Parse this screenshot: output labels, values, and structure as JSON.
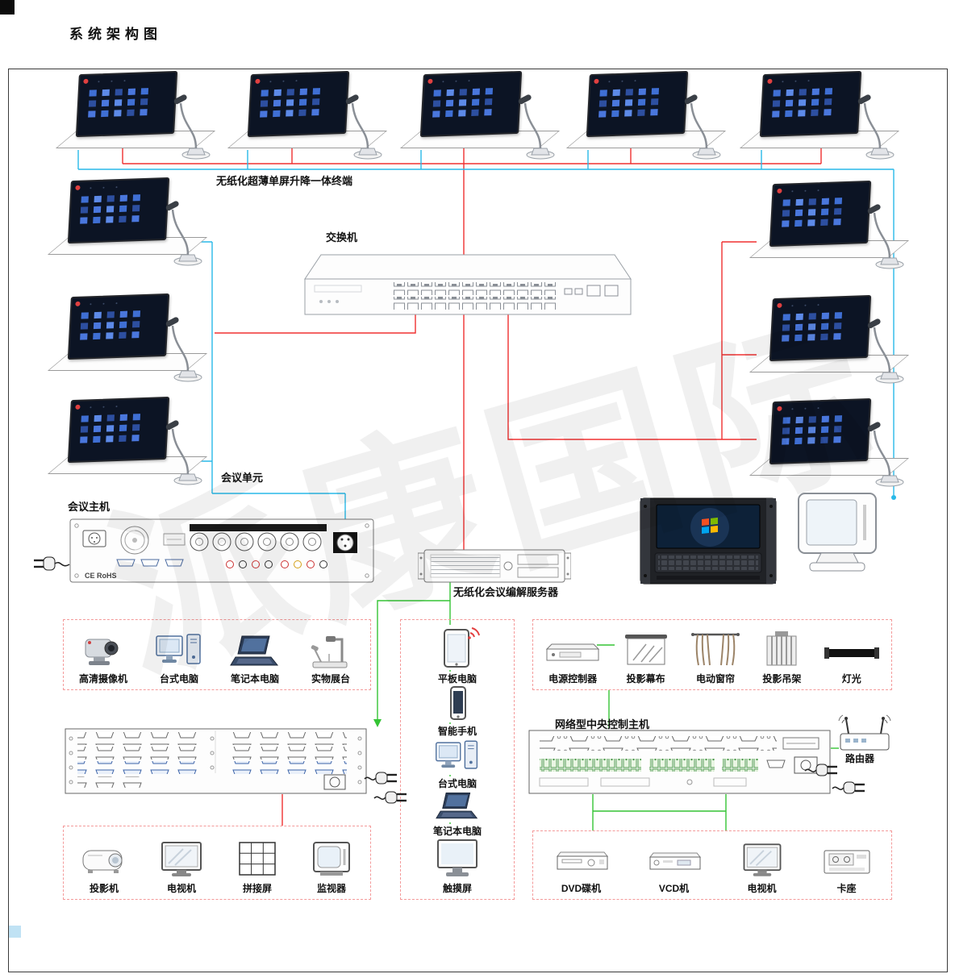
{
  "title": "系统架构图",
  "watermark": "派康国际",
  "labels": {
    "terminal_type": "无纸化超薄单屏升降一体终端",
    "switch": "交换机",
    "conference_unit": "会议单元",
    "conference_host": "会议主机",
    "codec_server": "无纸化会议编解服务器",
    "central_host": "网络型中央控制主机",
    "router": "路由器"
  },
  "marks": {
    "ce": "CE RoHS"
  },
  "colors": {
    "network_line": "#f03030",
    "conference_line": "#29b9e8",
    "control_line": "#35c435",
    "group_box_border": "#f49a9a"
  },
  "groups": {
    "av_sources": {
      "items": [
        {
          "label": "高清摄像机"
        },
        {
          "label": "台式电脑"
        },
        {
          "label": "笔记本电脑"
        },
        {
          "label": "实物展台"
        }
      ]
    },
    "mobile_devices": {
      "items": [
        {
          "label": "平板电脑"
        },
        {
          "label": "智能手机"
        },
        {
          "label": "台式电脑"
        },
        {
          "label": "笔记本电脑"
        },
        {
          "label": "触摸屏"
        }
      ]
    },
    "controlled_devices": {
      "items": [
        {
          "label": "电源控制器"
        },
        {
          "label": "投影幕布"
        },
        {
          "label": "电动窗帘"
        },
        {
          "label": "投影吊架"
        },
        {
          "label": "灯光"
        }
      ]
    },
    "display_devices": {
      "items": [
        {
          "label": "投影机"
        },
        {
          "label": "电视机"
        },
        {
          "label": "拼接屏"
        },
        {
          "label": "监视器"
        }
      ]
    },
    "media_players": {
      "items": [
        {
          "label": "DVD碟机"
        },
        {
          "label": "VCD机"
        },
        {
          "label": "电视机"
        },
        {
          "label": "卡座"
        }
      ]
    }
  }
}
